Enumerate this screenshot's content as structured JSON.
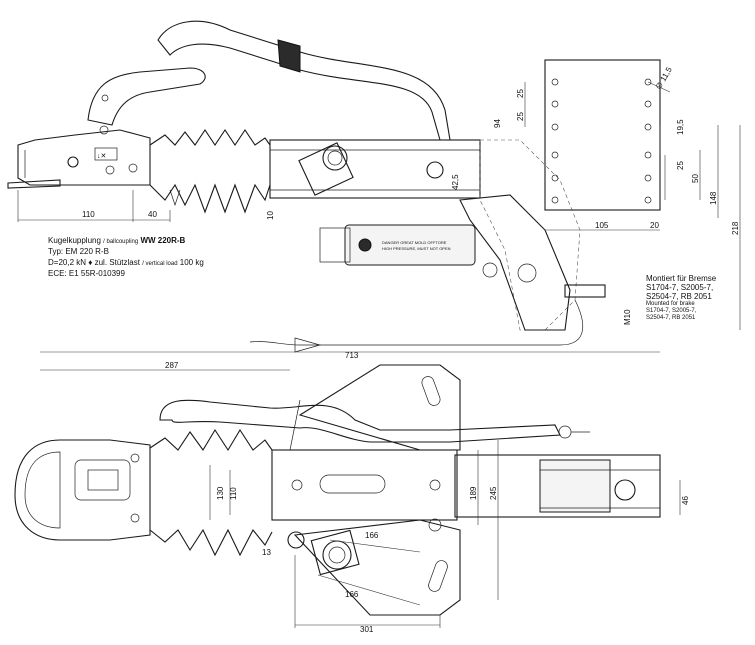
{
  "product": {
    "label_prefix": "Kugelkupplung",
    "label_en": "/ ballcoupling",
    "model": "WW 220R-B",
    "type_line": "Typ: EM 220 R-B",
    "d_value": "D=20,2 kN",
    "bullet": "♦",
    "load_de": "zul. Stützlast",
    "load_en": "/ vertical load",
    "load_value": "100 kg",
    "ece": "ECE: E1 55R-010399"
  },
  "brake_note": {
    "de_title": "Montiert für Bremse",
    "de_line1": "S1704-7, S2005-7,",
    "de_line2": "S2504-7, RB 2051",
    "en_title": "Mounted for brake",
    "en_line1": "S1704-7, S2005-7,",
    "en_line2": "S2504-7, RB 2051"
  },
  "damper_text": {
    "line1": "DANGER GREAT MOLD OFFTORE",
    "line2": "HIGH PRESSURE, MUST NOT OPEN"
  },
  "dimensions": {
    "d110_top": "110",
    "d40": "40",
    "d10": "10",
    "d42_5": "42,5",
    "d94": "94",
    "d25_a": "25",
    "d25_b": "25",
    "d11_5": "∅ 11,5",
    "d19_5": "19,5",
    "d25_c": "25",
    "d50": "50",
    "d148": "148",
    "d218": "218",
    "d105": "105",
    "d20": "20",
    "m10": "M10",
    "d713": "713",
    "d287": "287",
    "d130": "130",
    "d110_bottom": "110",
    "d189": "189",
    "d245": "245",
    "d46": "46",
    "d166_a": "166",
    "d166_b": "166",
    "d13": "13",
    "d301": "301"
  }
}
